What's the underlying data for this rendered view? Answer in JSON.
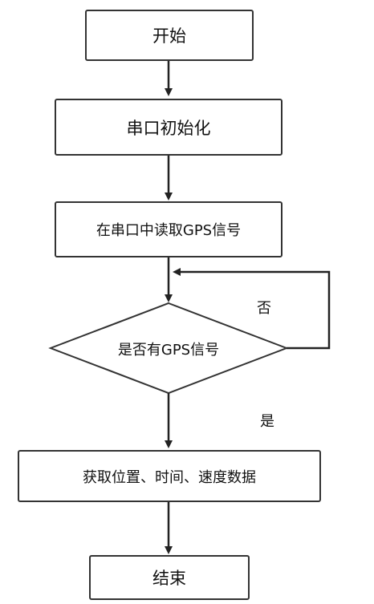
{
  "flowchart": {
    "start": "开始",
    "init_serial": "串口初始化",
    "read_gps": "在串口中读取GPS信号",
    "decision": "是否有GPS信号",
    "no_label": "否",
    "yes_label": "是",
    "get_data": "获取位置、时间、速度数据",
    "end": "结束"
  }
}
